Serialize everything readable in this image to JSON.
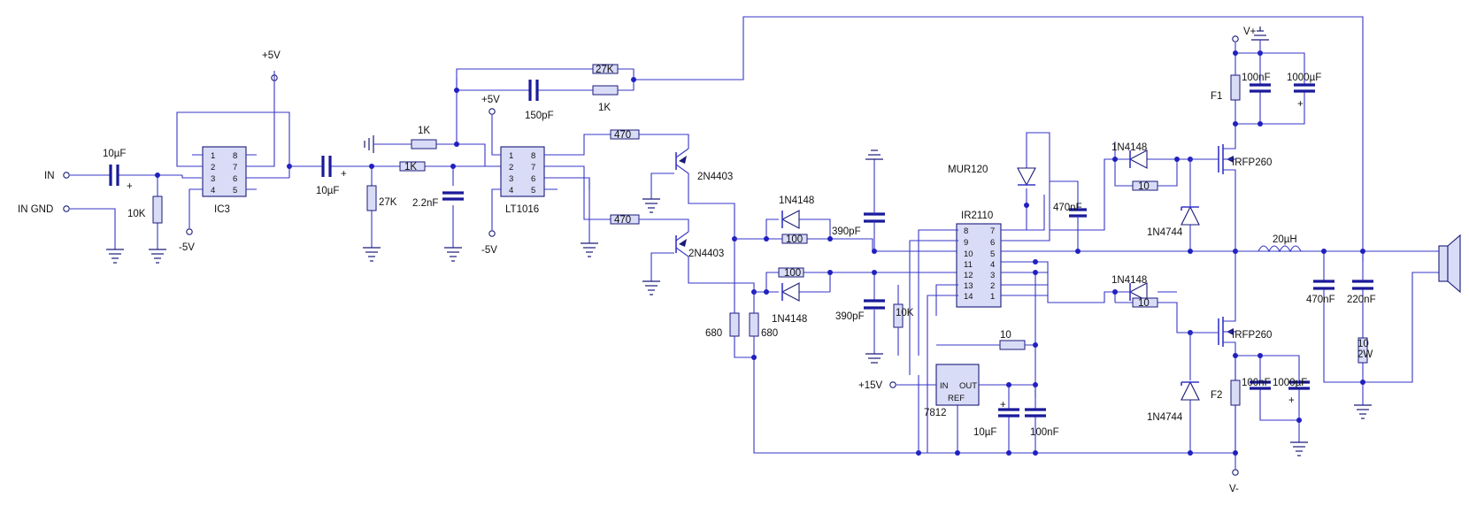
{
  "inputs": {
    "in": "IN",
    "in_gnd": "IN GND",
    "plus15v": "+15V"
  },
  "rails": {
    "p5v_a": "+5V",
    "m5v_a": "-5V",
    "p5v_b": "+5V",
    "m5v_b": "-5V",
    "vplus": "V+",
    "vminus": "V-"
  },
  "ics": {
    "ic3": {
      "name": "IC3",
      "left_pins": [
        "1",
        "2",
        "3",
        "4"
      ],
      "right_pins": [
        "8",
        "7",
        "6",
        "5"
      ]
    },
    "lt1016": {
      "name": "LT1016",
      "left_pins": [
        "1",
        "2",
        "3",
        "4"
      ],
      "right_pins": [
        "8",
        "7",
        "6",
        "5"
      ]
    },
    "ir2110": {
      "name": "IR2110",
      "left_pins": [
        "8",
        "9",
        "10",
        "11",
        "12",
        "13",
        "14"
      ],
      "right_pins": [
        "7",
        "6",
        "5",
        "4",
        "3",
        "2",
        "1"
      ]
    },
    "reg7812": {
      "name": "7812",
      "in": "IN",
      "out": "OUT",
      "ref": "REF"
    }
  },
  "components": {
    "c_in": "10µF",
    "r_in": "10K",
    "c_couple": "10µF",
    "r_27k": "27K",
    "c_2n2": "2.2nF",
    "r_1k_a": "1K",
    "r_1k_b": "1K",
    "r_1k_c": "1K",
    "r_27k_fb": "27K",
    "c_150p": "150pF",
    "r_470_a": "470",
    "r_470_b": "470",
    "q1": "2N4403",
    "q2": "2N4403",
    "r_680_a": "680",
    "r_680_b": "680",
    "d_top": "1N4148",
    "r_100_top": "100",
    "c_390_top": "390pF",
    "d_bot": "1N4148",
    "r_100_bot": "100",
    "c_390_bot": "390pF",
    "d_mur": "MUR120",
    "c_470n_boot": "470nF",
    "r_10k": "10K",
    "r_10": "10",
    "c_10u_reg": "10µF",
    "c_100n_reg": "100nF",
    "d_hs": "1N4148",
    "r_hs": "10",
    "z_hs": "1N4744",
    "q_hs": "IRFP260",
    "d_ls": "1N4148",
    "r_ls": "10",
    "z_ls": "1N4744",
    "q_ls": "IRFP260",
    "f1": "F1",
    "f2": "F2",
    "c_100n_p": "100nF",
    "c_1000u_p": "1000µF",
    "c_100n_n": "100nF",
    "c_1000u_n": "1000µF",
    "l_out": "20µH",
    "c_470n_out": "470nF",
    "c_220n_out": "220nF",
    "r_zobel": "10",
    "r_zobel_w": "2W"
  },
  "marks": {
    "plus": "+"
  }
}
